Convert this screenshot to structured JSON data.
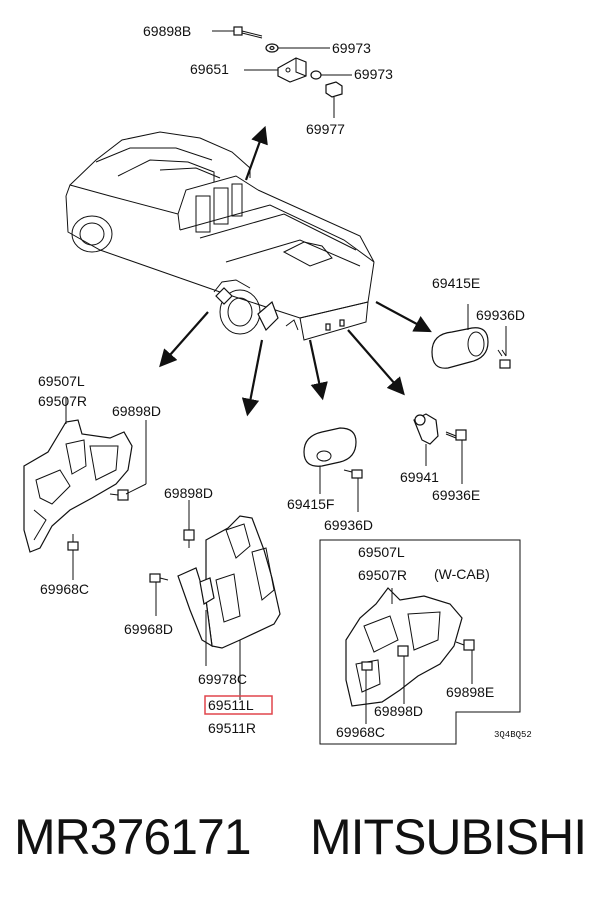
{
  "labels": {
    "l69898B": "69898B",
    "l69973a": "69973",
    "l69651": "69651",
    "l69973b": "69973",
    "l69977": "69977",
    "l69415Ea": "69415E",
    "l69936Da": "69936D",
    "l69507La": "69507L",
    "l69507Ra": "69507R",
    "l69898Da": "69898D",
    "l69968Ca": "69968C",
    "l69898Db": "69898D",
    "l69968Da": "69968D",
    "l69978C": "69978C",
    "l69511L": "69511L",
    "l69511R": "69511R",
    "l69941": "69941",
    "l69936E": "69936E",
    "l69415F": "69415F",
    "l69936Db": "69936D",
    "l69507Lb": "69507L",
    "l69507Rb": "69507R",
    "lWCAB": "(W-CAB)",
    "l69898E": "69898E",
    "l69898Dc": "69898D",
    "l69968Cb": "69968C",
    "code": "3Q4BQ52"
  },
  "footer": {
    "part_number": "MR376171",
    "brand": "MITSUBISHI"
  },
  "colors": {
    "highlight": "#e0454b"
  }
}
